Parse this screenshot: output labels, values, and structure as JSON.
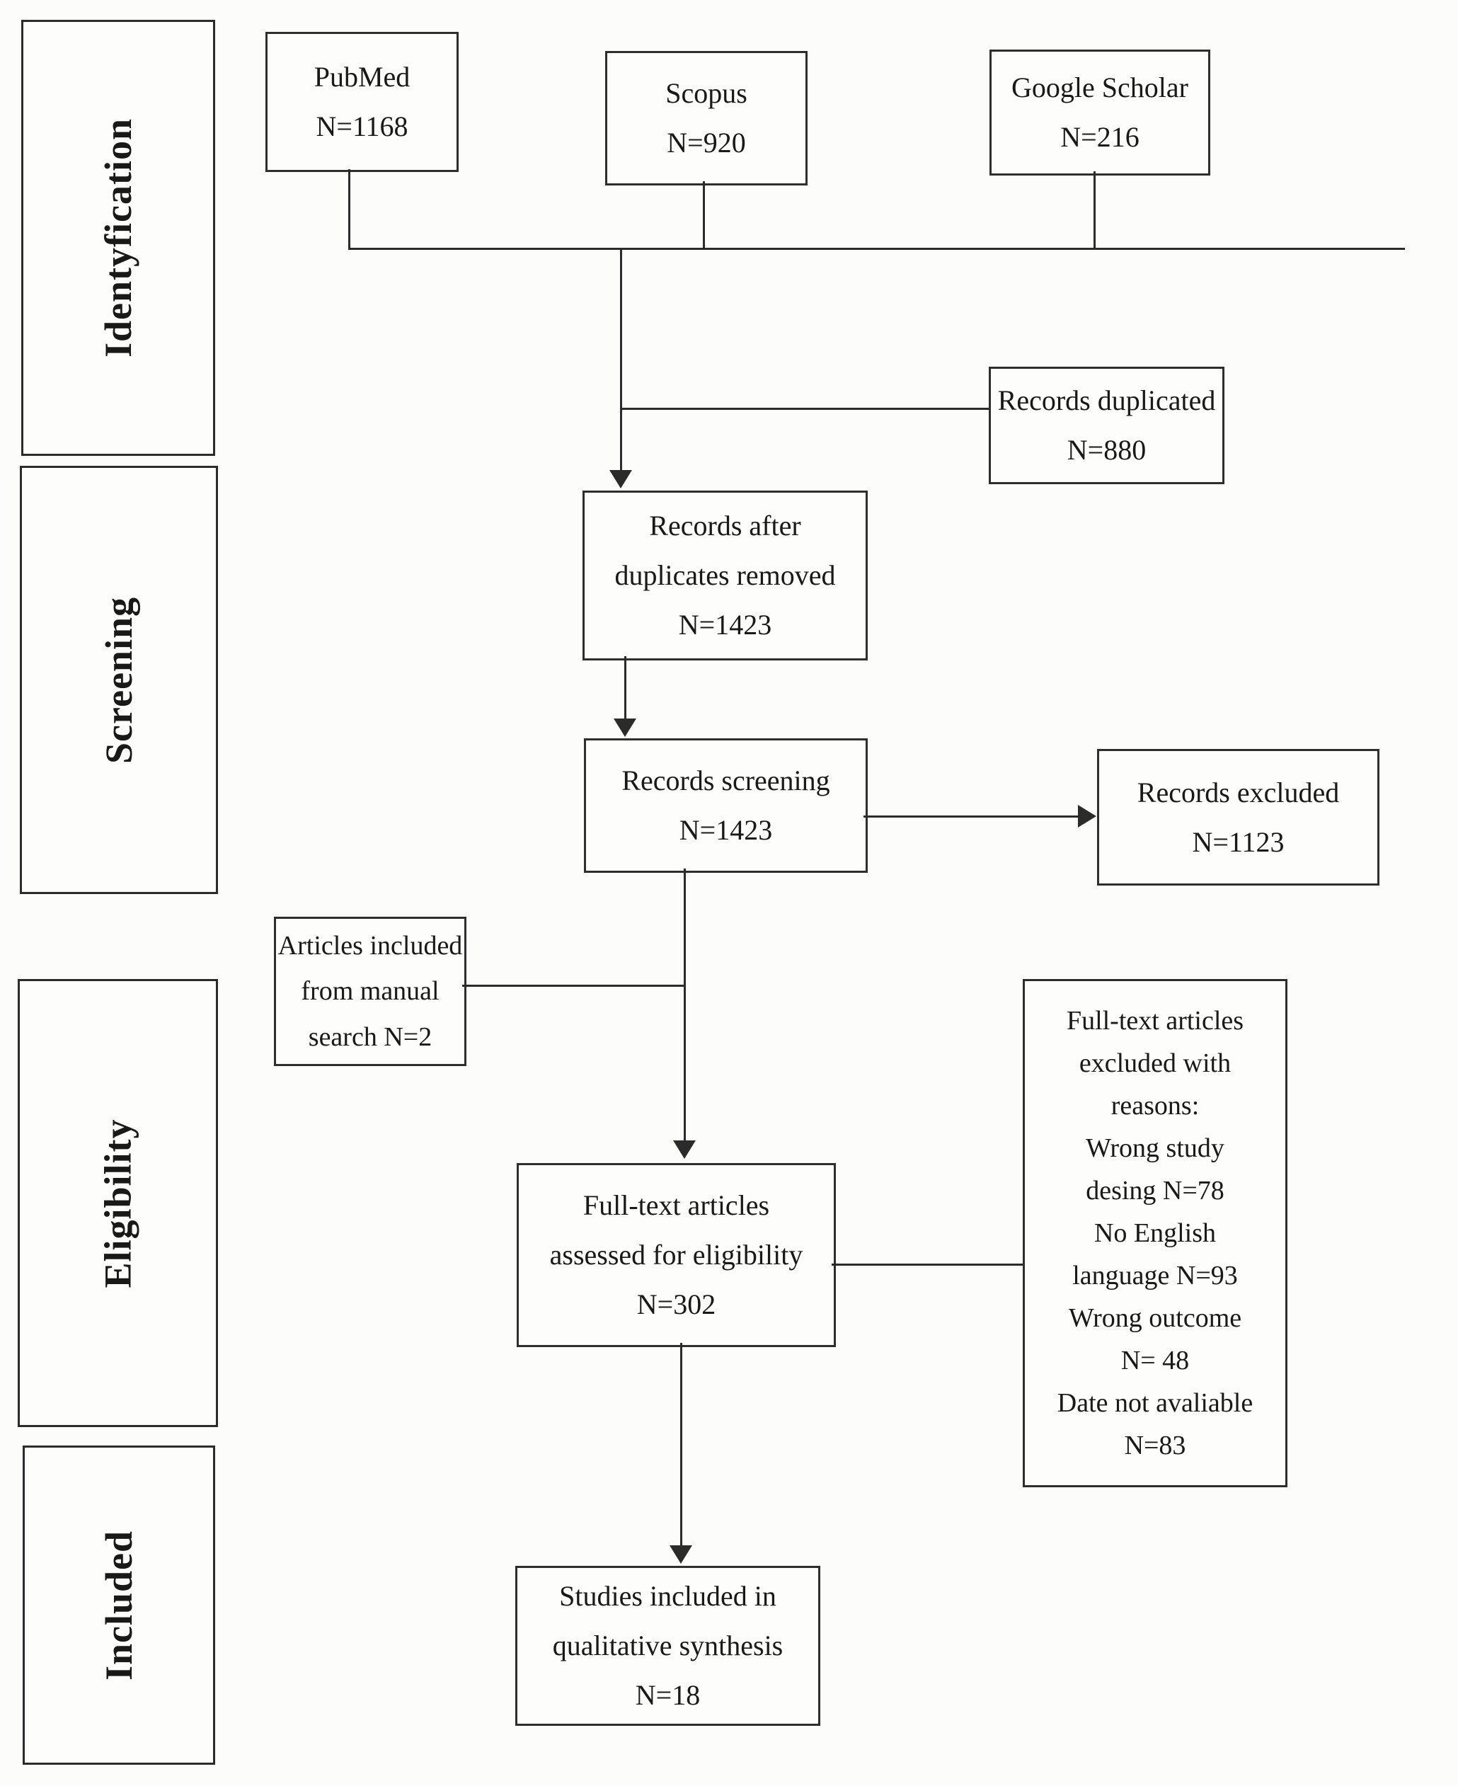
{
  "diagram": {
    "kind": "prisma-flow-diagram",
    "colors": {
      "background": "#fcfcfa",
      "box_border": "#2e2e2e",
      "line": "#2b2b2b",
      "text": "#191919"
    },
    "stage_labels": [
      {
        "id": "identification",
        "label": "Identyfication"
      },
      {
        "id": "screening",
        "label": "Screening"
      },
      {
        "id": "eligibility",
        "label": "Eligibility"
      },
      {
        "id": "included",
        "label": "Included"
      }
    ],
    "nodes": {
      "pubmed": {
        "lines": [
          "PubMed",
          "N=1168"
        ]
      },
      "scopus": {
        "lines": [
          "Scopus",
          "N=920"
        ]
      },
      "google_scholar": {
        "lines": [
          "Google Scholar",
          "N=216"
        ]
      },
      "records_duplicated": {
        "lines": [
          "Records duplicated",
          "N=880"
        ]
      },
      "records_after": {
        "lines": [
          "Records after",
          "duplicates removed",
          "N=1423"
        ]
      },
      "records_screening": {
        "lines": [
          "Records screening",
          "N=1423"
        ]
      },
      "records_excluded": {
        "lines": [
          "Records excluded",
          "N=1123"
        ]
      },
      "manual_search": {
        "lines": [
          "Articles included",
          "from manual",
          "search N=2"
        ]
      },
      "fulltext_assessed": {
        "lines": [
          "Full-text articles",
          "assessed for eligibility",
          "N=302"
        ]
      },
      "fulltext_excluded": {
        "lines": [
          "Full-text articles",
          "excluded with",
          "reasons:",
          "Wrong study",
          "desing N=78",
          "No English",
          "language N=93",
          "Wrong outcome",
          "N= 48",
          "Date not avaliable",
          "N=83"
        ]
      },
      "studies_included": {
        "lines": [
          "Studies included in",
          "qualitative synthesis",
          "N=18"
        ]
      }
    }
  }
}
